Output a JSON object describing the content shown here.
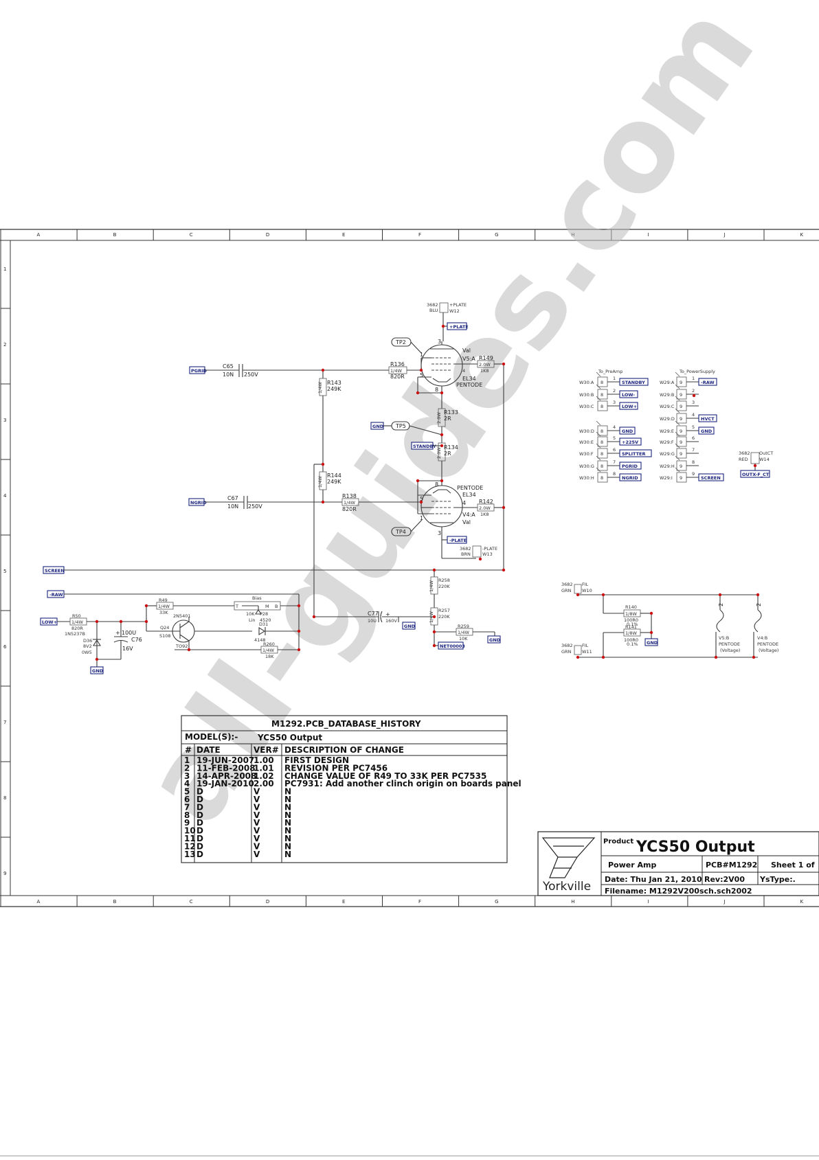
{
  "grid": {
    "cols": [
      "A",
      "B",
      "C",
      "D",
      "E",
      "F",
      "G",
      "H",
      "I",
      "J",
      "K"
    ],
    "rows": [
      "1",
      "2",
      "3",
      "4",
      "5",
      "6",
      "7",
      "8",
      "9"
    ]
  },
  "watermark": "all-guides.com",
  "nets": {
    "pgrid": "PGRID",
    "ngrid": "NGRID",
    "screen": "SCREEN",
    "raw_left": "-RAW",
    "low_plus": "LOW+",
    "gnd": "GND",
    "plus_plate": "+PLATE",
    "minus_plate": "-PLATE",
    "standby": "STANDBY",
    "net3": "NET00003"
  },
  "components": {
    "c65": [
      "C65",
      "10N",
      "250V"
    ],
    "c67": [
      "C67",
      "10N",
      "250V"
    ],
    "c76": [
      "+",
      "100U",
      "C76",
      "16V"
    ],
    "c77": [
      "C77",
      "10U",
      "+",
      "160V"
    ],
    "r136": [
      "R136",
      "1/4W",
      "820R"
    ],
    "r138": [
      "R138",
      "1/4W",
      "820R"
    ],
    "r143": [
      "R143",
      "249K",
      "1/4W"
    ],
    "r144": [
      "R144",
      "249K",
      "1/4W"
    ],
    "r133": [
      "R133",
      "2R",
      "2.0W"
    ],
    "r134": [
      "R134",
      "2R",
      "2.0W"
    ],
    "r149": [
      "R149",
      "2.0W",
      "1K8"
    ],
    "r142": [
      "R142",
      "2.0W",
      "1K8"
    ],
    "r258": [
      "R258",
      "220K",
      "1/4W"
    ],
    "r257": [
      "R257",
      "220K",
      "1/4W"
    ],
    "r259": [
      "R259",
      "1/4W",
      "10K"
    ],
    "r49": [
      "R49",
      "1/4W",
      "33K"
    ],
    "r50": [
      "R50",
      "1/4W",
      "820R",
      "1N5237B"
    ],
    "r260": [
      "R260",
      "1/4W",
      "18K"
    ],
    "d36": [
      "D36",
      "8V2",
      "0W5"
    ],
    "q24": [
      "2N5401",
      "Q24",
      "S108",
      "TO92"
    ],
    "bias": [
      "Bias",
      "T",
      "M",
      "B",
      "10K",
      "P28",
      "Lin",
      "4520"
    ],
    "d31": [
      "D31",
      "4148"
    ],
    "tube1": [
      "3",
      "1",
      "5",
      "8",
      "4",
      "Val",
      "V5:A",
      "EL34",
      "PENTODE"
    ],
    "tube2": [
      "8",
      "5",
      "1",
      "3",
      "4",
      "PENTODE",
      "EL34",
      "V4:A",
      "Val"
    ],
    "w12": [
      "3682",
      "BLU",
      "+PLATE",
      "W12"
    ],
    "w13": [
      "3682",
      "BRN",
      "-PLATE",
      "W13"
    ],
    "tp": [
      "TP2",
      "TP5",
      "TP4"
    ],
    "w10": [
      "3682",
      "GRN",
      "FIL",
      "W10"
    ],
    "w11": [
      "3682",
      "GRN",
      "FIL",
      "W11"
    ],
    "r140": [
      "R140",
      "1/8W",
      "100R0",
      "0.1%"
    ],
    "r141": [
      "R141",
      "1/8W",
      "100R0",
      "0.1%"
    ],
    "v5b": [
      "V5:B",
      "PENTODE",
      "(Voltage)",
      "2"
    ],
    "v4b": [
      "V4:B",
      "PENTODE",
      "(Voltage)",
      "2"
    ],
    "w14": [
      "3682",
      "RED",
      "OutCT",
      "W14",
      "OUTX-F_CT"
    ]
  },
  "connectors": {
    "preamp_title": "To_PreAmp",
    "power_title": "To_PowerSupply",
    "left": [
      {
        "ref": "W30:A",
        "pin": "8",
        "num": "1",
        "net": "STANDBY"
      },
      {
        "ref": "W30:B",
        "pin": "8",
        "num": "2",
        "net": "LOW-"
      },
      {
        "ref": "W30:C",
        "pin": "8",
        "num": "3",
        "net": "LOW+"
      },
      {
        "ref": "W30:D",
        "pin": "8",
        "num": "4",
        "net": "GND"
      },
      {
        "ref": "W30:E",
        "pin": "8",
        "num": "5",
        "net": "+225V"
      },
      {
        "ref": "W30:F",
        "pin": "8",
        "num": "6",
        "net": "SPLITTER"
      },
      {
        "ref": "W30:G",
        "pin": "8",
        "num": "7",
        "net": "PGRID"
      },
      {
        "ref": "W30:H",
        "pin": "8",
        "num": "8",
        "net": "NGRID"
      }
    ],
    "right": [
      {
        "ref": "W29:A",
        "pin": "9",
        "num": "1",
        "net": "-RAW"
      },
      {
        "ref": "W29:B",
        "pin": "9",
        "num": "2",
        "net": ""
      },
      {
        "ref": "W29:C",
        "pin": "9",
        "num": "3",
        "net": ""
      },
      {
        "ref": "W29:D",
        "pin": "9",
        "num": "4",
        "net": "HVCT"
      },
      {
        "ref": "W29:E",
        "pin": "9",
        "num": "5",
        "net": "GND"
      },
      {
        "ref": "W29:F",
        "pin": "9",
        "num": "6",
        "net": ""
      },
      {
        "ref": "W29:G",
        "pin": "9",
        "num": "7",
        "net": ""
      },
      {
        "ref": "W29:H",
        "pin": "9",
        "num": "8",
        "net": ""
      },
      {
        "ref": "W29:I",
        "pin": "9",
        "num": "9",
        "net": "SCREEN"
      }
    ]
  },
  "history": {
    "title": "M1292.PCB_DATABASE_HISTORY",
    "models_label": "MODEL(S):-",
    "models_value": "YCS50 Output",
    "headers": [
      "#",
      "DATE",
      "VER#",
      "DESCRIPTION OF CHANGE"
    ],
    "rows": [
      [
        "1",
        "19-JUN-2007",
        "1.00",
        "FIRST DESIGN"
      ],
      [
        "2",
        "11-FEB-2008",
        "1.01",
        "REVISION PER PC7456"
      ],
      [
        "3",
        "14-APR-2008",
        "1.02",
        "CHANGE VALUE OF R49 TO 33K PER PC7535"
      ],
      [
        "4",
        "19-JAN-2010",
        "2.00",
        "PC7931: Add another clinch origin on boards panel"
      ],
      [
        "5",
        "D",
        "V",
        "N"
      ],
      [
        "6",
        "D",
        "V",
        "N"
      ],
      [
        "7",
        "D",
        "V",
        "N"
      ],
      [
        "8",
        "D",
        "V",
        "N"
      ],
      [
        "9",
        "D",
        "V",
        "N"
      ],
      [
        "10",
        "D",
        "V",
        "N"
      ],
      [
        "11",
        "D",
        "V",
        "N"
      ],
      [
        "12",
        "D",
        "V",
        "N"
      ],
      [
        "13",
        "D",
        "V",
        "N"
      ]
    ]
  },
  "titleblock": {
    "logo": "Yorkville",
    "product_label": "Product",
    "product": "YCS50 Output",
    "subtitle": "Power Amp",
    "pcb": "PCB#M1292",
    "sheet": "Sheet  1 of",
    "date": "Date: Thu Jan 21, 2010",
    "rev": "Rev:2V00",
    "ystype": "YsType:.",
    "filename": "Filename: M1292V200sch.sch2002"
  }
}
